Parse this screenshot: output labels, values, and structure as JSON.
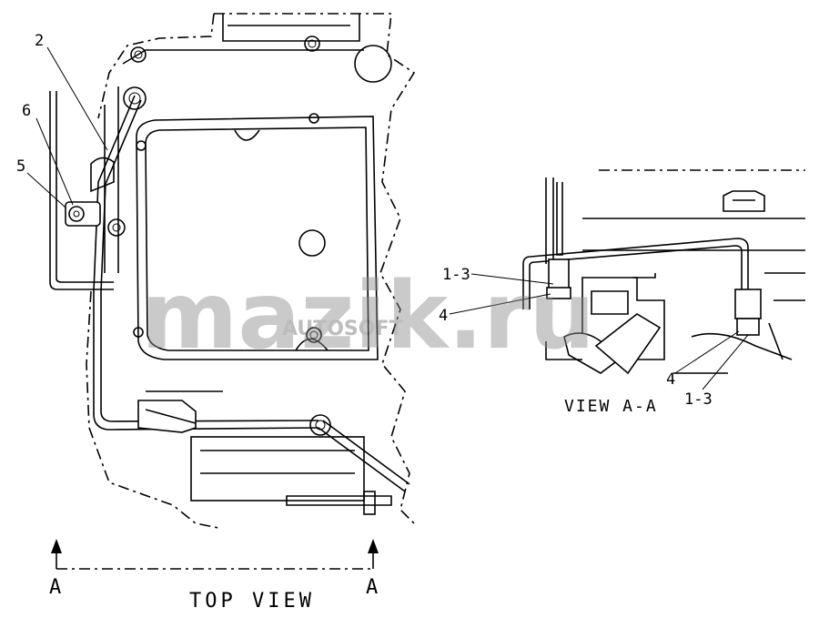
{
  "callouts": {
    "c2": "2",
    "c6": "6",
    "c5": "5",
    "c13a": "1-3",
    "c4a": "4",
    "c4b": "4",
    "c13b": "1-3"
  },
  "section_marks": {
    "left": "A",
    "right": "A"
  },
  "captions": {
    "top_view": "TOP VIEW",
    "view_aa": "VIEW A-A"
  },
  "watermark": {
    "main": "mazik.ru",
    "sub": "AUTOSOFT",
    "color": "#8c8c8c"
  }
}
